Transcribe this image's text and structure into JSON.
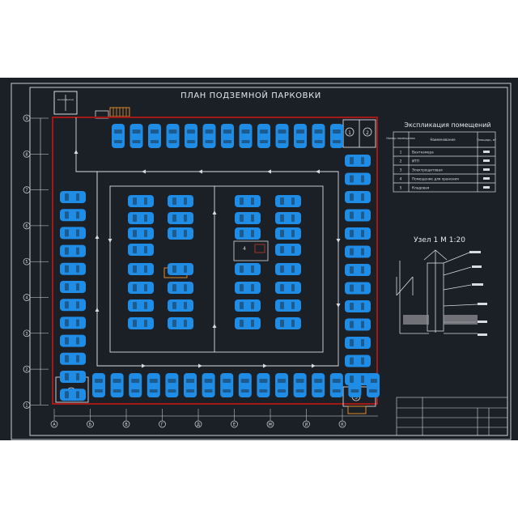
{
  "drawing": {
    "title": "ПЛАН ПОДЗЕМНОЙ ПАРКОВКИ",
    "entrance_label": "въезд/выезд"
  },
  "grid_rows": [
    "9",
    "8",
    "7",
    "6",
    "5",
    "4",
    "3",
    "2",
    "1"
  ],
  "grid_cols": [
    "А",
    "Б",
    "В",
    "Г",
    "Д",
    "Е",
    "Ж",
    "И",
    "К"
  ],
  "rooms": {
    "r1": "1",
    "r2": "2",
    "r3": "3",
    "r4": "4",
    "r5": "5"
  },
  "explication": {
    "title": "Экспликация помещений",
    "headers": [
      "Номер помещения",
      "Наименование",
      "Площадь, м²"
    ],
    "rows": [
      {
        "num": "1",
        "name": "Венткамера"
      },
      {
        "num": "2",
        "name": "ИТП"
      },
      {
        "num": "3",
        "name": "Электрощитовая"
      },
      {
        "num": "4",
        "name": "Помещение для хранения"
      },
      {
        "num": "5",
        "name": "Кладовая"
      }
    ]
  },
  "node": {
    "title": "Узел 1 М 1:20"
  },
  "colors": {
    "background": "#1b1f26",
    "car": "#1f8ce6",
    "boundary": "#a51818",
    "lines": "#d8dce2"
  }
}
